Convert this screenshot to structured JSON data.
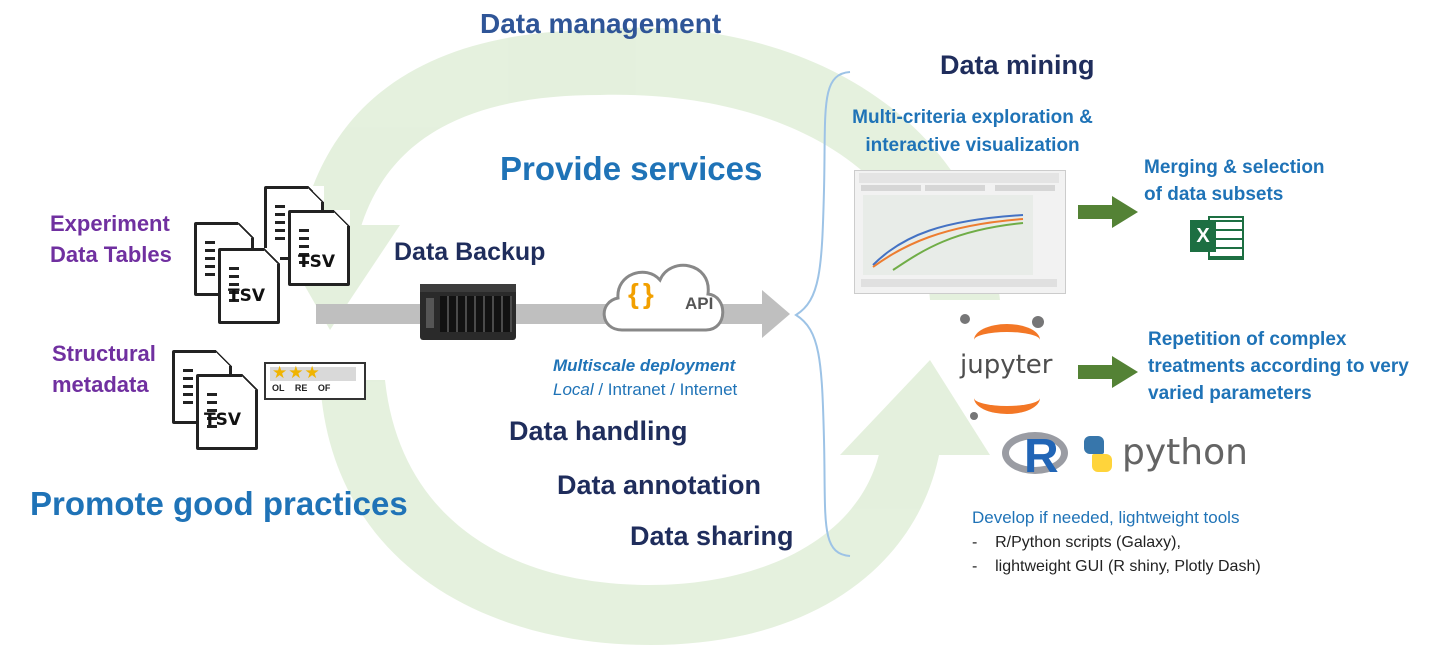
{
  "colors": {
    "title_blue": "#2f5597",
    "accent_blue": "#1f73b7",
    "dark_navy": "#1f2d5c",
    "purple": "#7030a0",
    "green_arrow": "#548235",
    "cycle_green": "#e2efda"
  },
  "headings": {
    "data_management": "Data management",
    "provide_services": "Provide services",
    "promote_good_practices": "Promote good practices",
    "data_mining": "Data mining"
  },
  "left": {
    "experiment_tables": [
      "Experiment",
      "Data Tables"
    ],
    "structural_metadata": [
      "Structural",
      "metadata"
    ],
    "tsv": "TSV",
    "stars_labels": [
      "OL",
      "RE",
      "OF"
    ]
  },
  "middle": {
    "data_backup": "Data Backup",
    "api_label": "API",
    "api_braces": "{}",
    "deployment_title": "Multiscale deployment",
    "deployment_local": "Local",
    "deployment_rest": " / Intranet / Internet",
    "services": [
      "Data handling",
      "Data annotation",
      "Data sharing"
    ]
  },
  "right": {
    "exploration": [
      "Multi-criteria exploration &",
      "interactive visualization"
    ],
    "merging": [
      "Merging &  selection",
      "of data subsets"
    ],
    "excel_letter": "X",
    "jupyter_word": "jupyter",
    "repetition": [
      "Repetition of complex",
      "treatments according to very",
      "varied parameters"
    ],
    "r_letter": "R",
    "python_word": "python",
    "develop_title": "Develop if needed, lightweight tools",
    "develop_items": [
      "R/Python scripts (Galaxy),",
      "lightweight GUI (R shiny, Plotly Dash)"
    ],
    "dash": "-"
  },
  "icons": [
    "document-icon",
    "server-icon",
    "cloud-api-icon",
    "excel-icon",
    "jupyter-icon",
    "r-logo-icon",
    "python-logo-icon",
    "green-arrow-icon",
    "stars-badge-icon"
  ]
}
